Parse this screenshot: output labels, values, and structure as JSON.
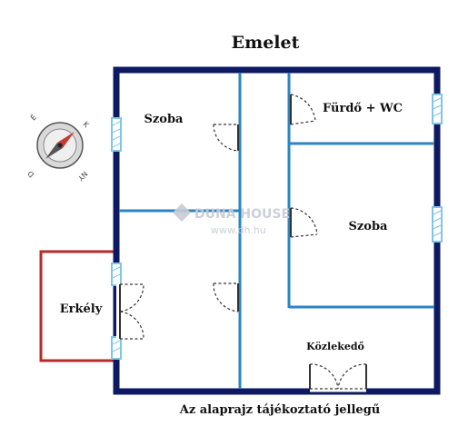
{
  "title": "Emelet",
  "rooms": {
    "szoba_top": "Szoba",
    "furdo": "Fürdő + WC",
    "szoba_right": "Szoba",
    "erkely": "Erkély",
    "kozlekedo": "Közlekedő"
  },
  "caption": "Az alaprajz tájékoztató jellegű",
  "watermark": {
    "brand": "DUNA HOUSE",
    "url": "www.dh.hu"
  },
  "compass": {
    "labels": [
      "É",
      "K",
      "D",
      "NY"
    ]
  },
  "colors": {
    "outer_wall": "#0d1a63",
    "inner_wall": "#2a85c2",
    "balcony": "#b52a2a",
    "window": "#7fc6e6",
    "door": "#333333"
  }
}
